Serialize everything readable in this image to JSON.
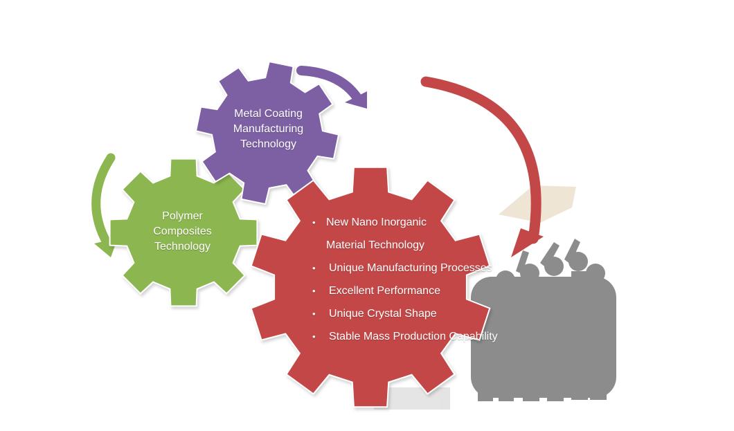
{
  "gears": {
    "metal": {
      "lines": [
        "Metal Coating",
        "Manufacturing",
        "Technology"
      ],
      "color": "#7d5ea4"
    },
    "polymer": {
      "lines": [
        "Polymer",
        "Composites",
        "Technology"
      ],
      "color": "#8cb650"
    },
    "nano": {
      "color": "#c44747",
      "items": [
        {
          "bullet": "•",
          "text": "New Nano Inorganic"
        },
        {
          "bullet": "",
          "text": "Material Technology"
        },
        {
          "bullet": "•",
          "text": "Unique Manufacturing Processes"
        },
        {
          "bullet": "•",
          "text": "Excellent Performance"
        },
        {
          "bullet": "•",
          "text": "Unique Crystal Shape"
        },
        {
          "bullet": "•",
          "text": "Stable Mass Production Capability"
        }
      ]
    }
  },
  "arrows": {
    "green": "#8cb650",
    "purple": "#7d5ea4",
    "red": "#c44747"
  },
  "people_color": "#3a3a3a"
}
